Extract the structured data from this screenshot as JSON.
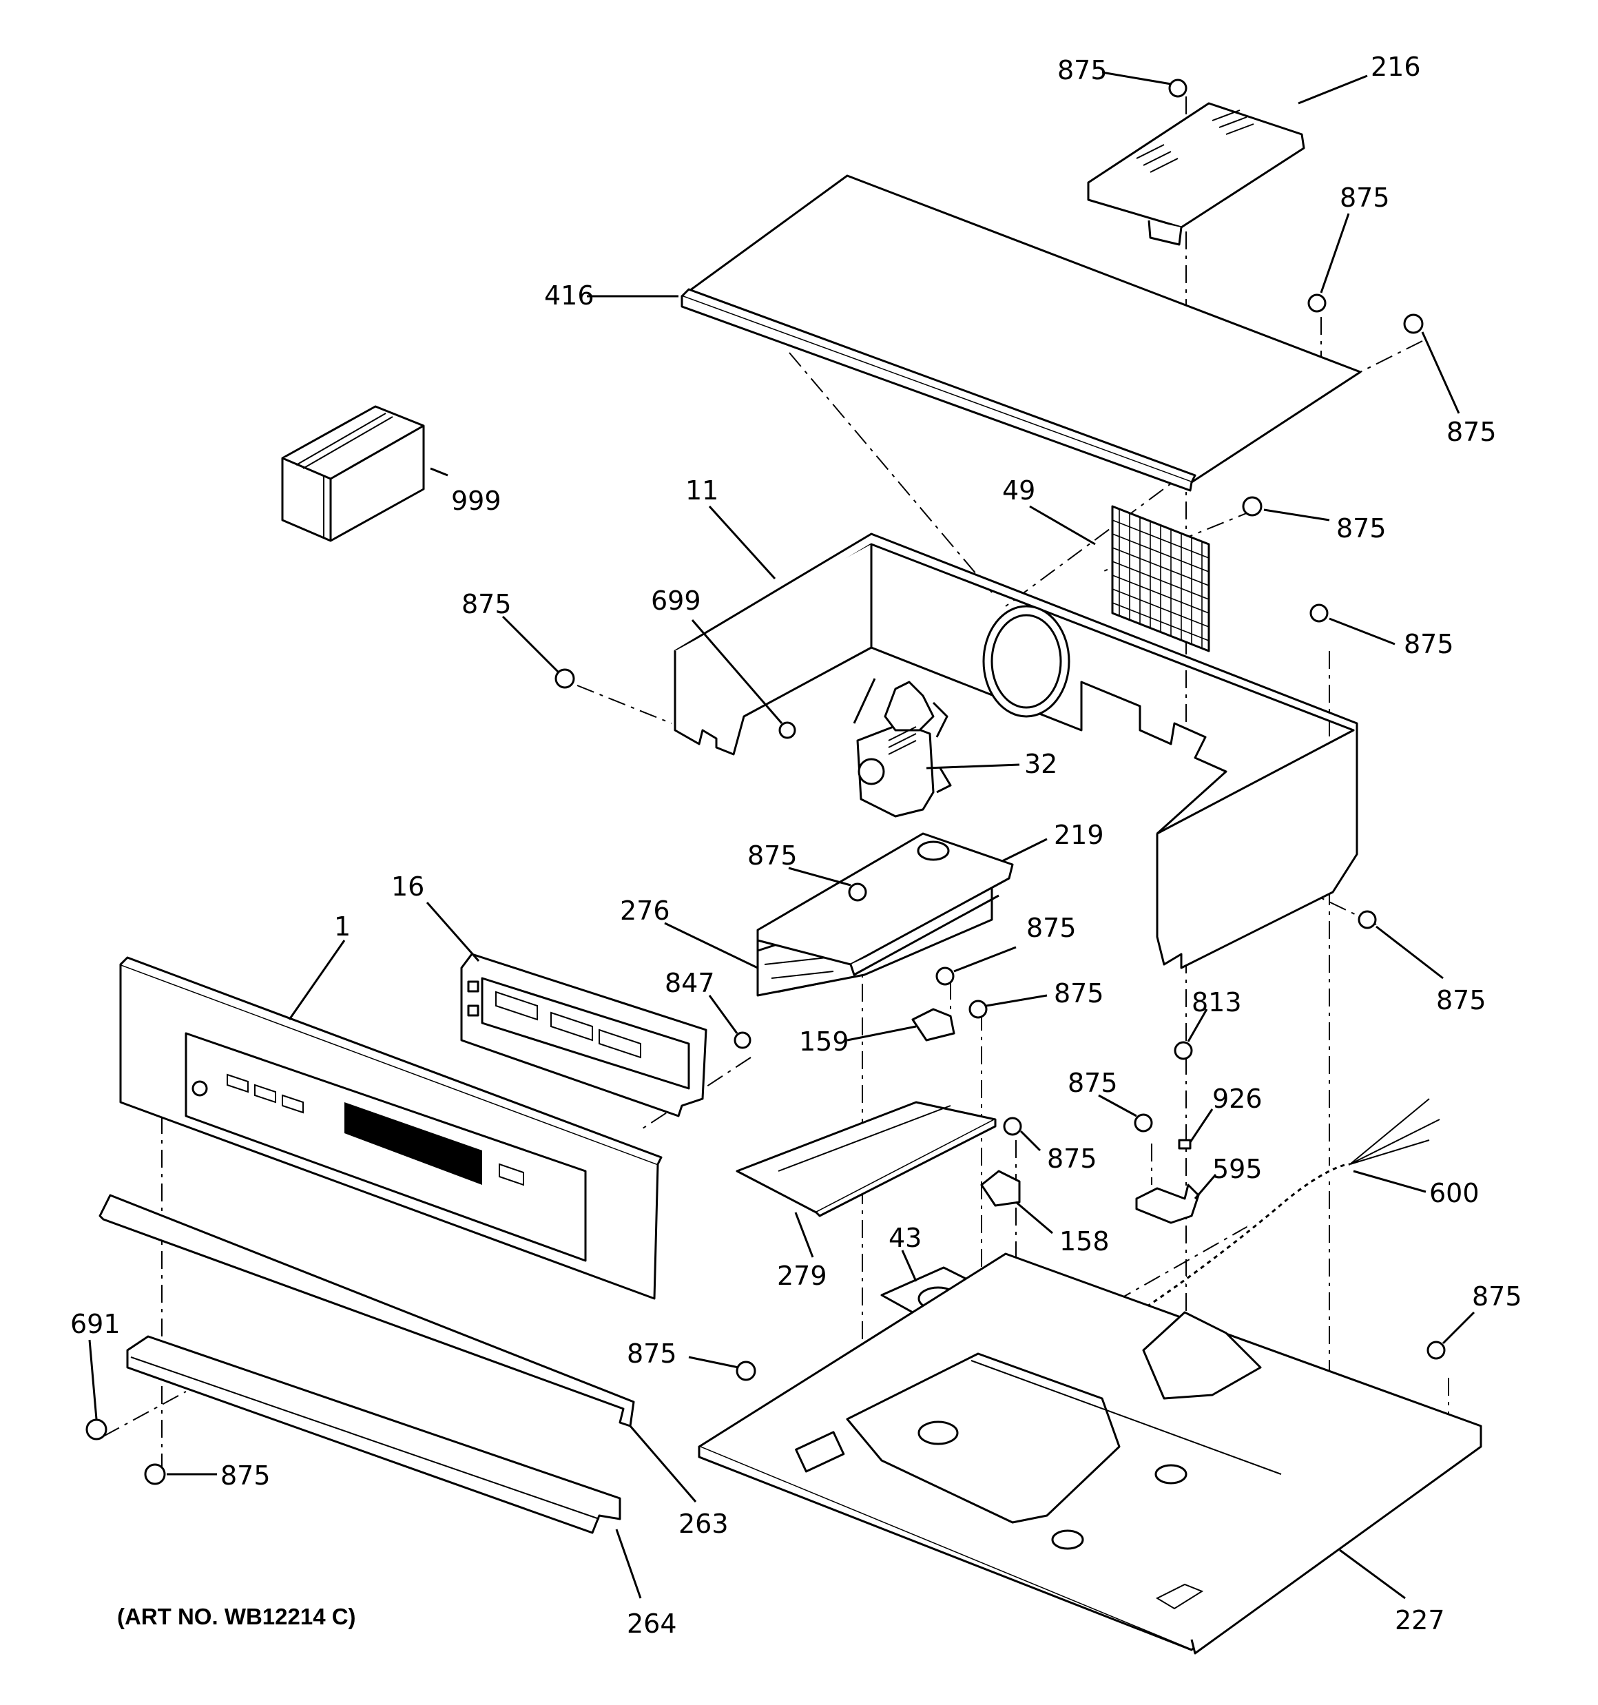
{
  "art_number": "(ART NO. WB12214 C)",
  "part_numbers": {
    "p1": "1",
    "p11": "11",
    "p16": "16",
    "p32": "32",
    "p43": "43",
    "p49": "49",
    "p158": "158",
    "p159": "159",
    "p216": "216",
    "p219": "219",
    "p227": "227",
    "p263": "263",
    "p264": "264",
    "p276": "276",
    "p279": "279",
    "p416": "416",
    "p595": "595",
    "p600": "600",
    "p691": "691",
    "p699": "699",
    "p813": "813",
    "p847": "847",
    "p875": "875",
    "p926": "926",
    "p999": "999"
  },
  "colors": {
    "line": "#000000",
    "background": "#ffffff"
  }
}
